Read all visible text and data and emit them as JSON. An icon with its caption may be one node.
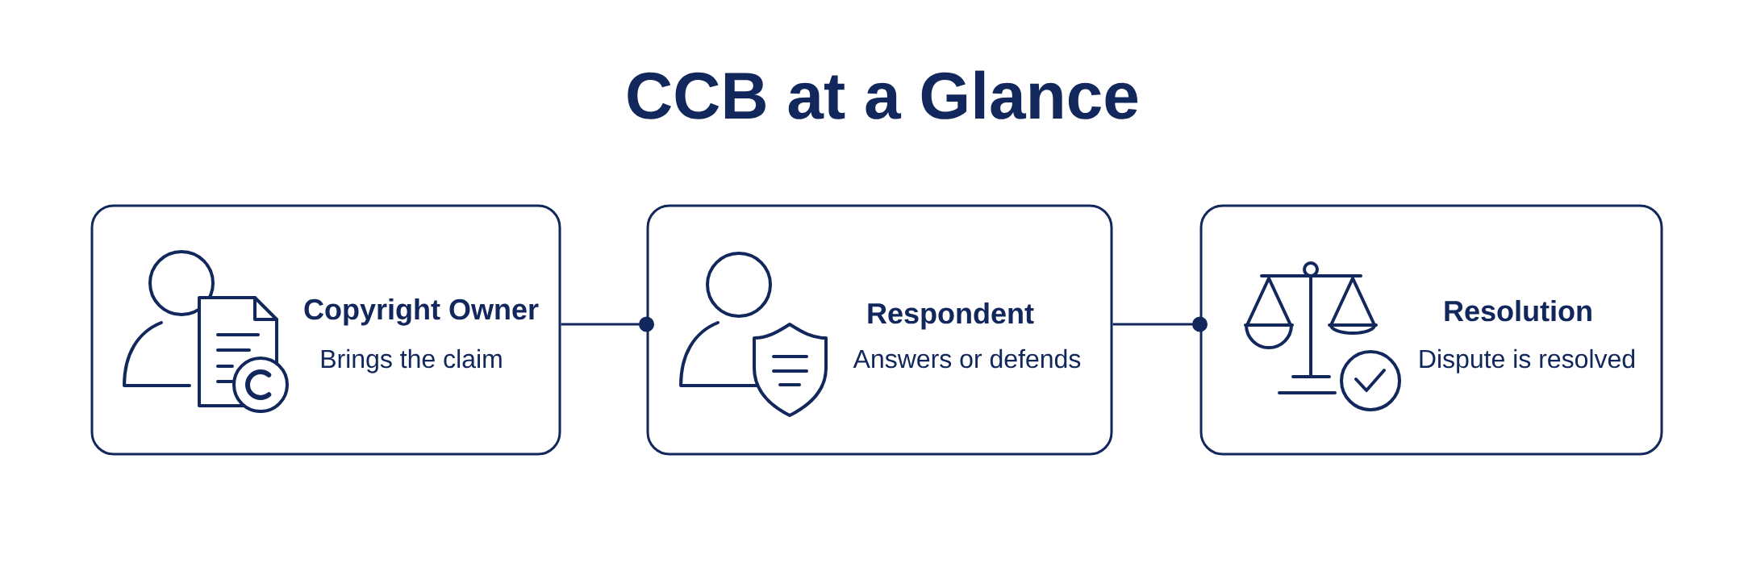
{
  "diagram": {
    "title": "CCB at a Glance",
    "nodes": [
      {
        "text": [
          "Copyright Owner",
          "Brings the claim"
        ]
      },
      {
        "text": [
          "Respondent",
          "Answers or defends"
        ]
      },
      {
        "text": [
          "Resolution",
          "Dispute is resolved"
        ]
      }
    ],
    "edges": [
      {
        "from": 0,
        "to": 1,
        "arrow": "other"
      },
      {
        "from": 1,
        "to": 2,
        "arrow": "other"
      }
    ]
  }
}
